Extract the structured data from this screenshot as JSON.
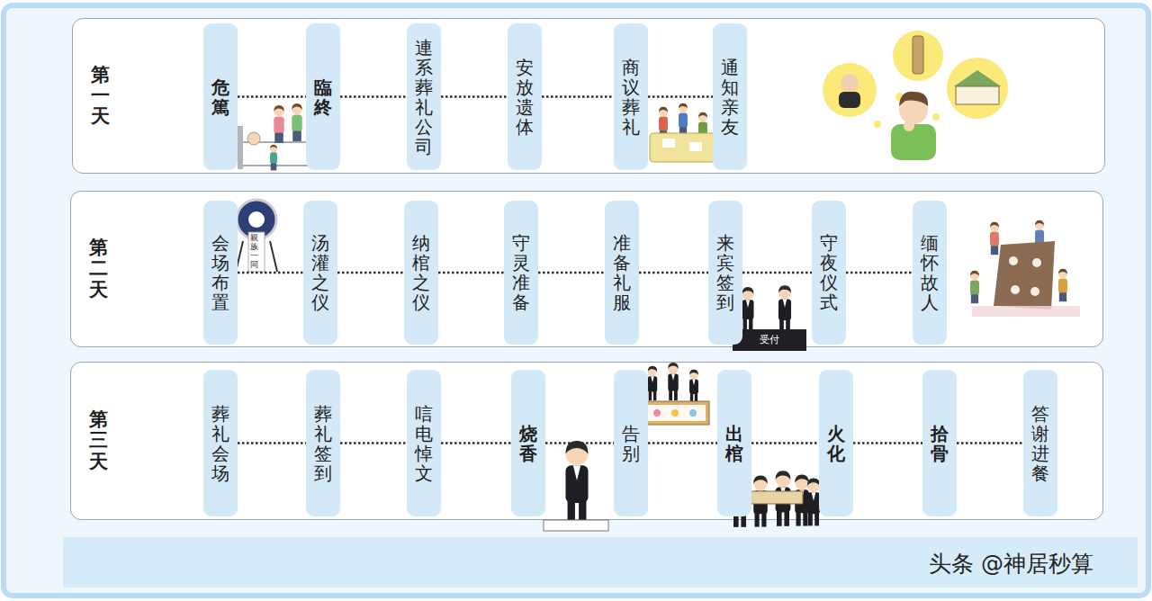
{
  "diagram": {
    "nodes": [
      {
        "text": [
          "第一天"
        ]
      },
      {
        "text": [
          "危篤"
        ],
        "in": 0
      },
      {
        "text": [
          "臨終"
        ],
        "in": 0
      },
      {
        "text": [
          "連系葬礼公司"
        ],
        "in": 0
      },
      {
        "text": [
          "安放遗体"
        ],
        "in": 0
      },
      {
        "text": [
          "商议葬礼"
        ],
        "in": 0
      },
      {
        "text": [
          "通知亲友"
        ],
        "in": 0
      },
      {
        "text": [
          "第二天"
        ]
      },
      {
        "text": [
          "会场布置"
        ],
        "in": 7
      },
      {
        "text": [
          "汤灌之仪"
        ],
        "in": 7
      },
      {
        "text": [
          "纳棺之仪"
        ],
        "in": 7
      },
      {
        "text": [
          "守灵准备"
        ],
        "in": 7
      },
      {
        "text": [
          "准备礼服"
        ],
        "in": 7
      },
      {
        "text": [
          "来宾签到"
        ],
        "in": 7
      },
      {
        "text": [
          "守夜仪式"
        ],
        "in": 7
      },
      {
        "text": [
          "缅怀故人"
        ],
        "in": 7
      },
      {
        "text": [
          "第三天"
        ]
      },
      {
        "text": [
          "葬礼会场"
        ],
        "in": 16
      },
      {
        "text": [
          "葬礼签到"
        ],
        "in": 16
      },
      {
        "text": [
          "唁电悼文"
        ],
        "in": 16
      },
      {
        "text": [
          "烧香"
        ],
        "in": 16
      },
      {
        "text": [
          "告别"
        ],
        "in": 16
      },
      {
        "text": [
          "出棺"
        ],
        "in": 16
      },
      {
        "text": [
          "火化"
        ],
        "in": 16
      },
      {
        "text": [
          "拾骨"
        ],
        "in": 16
      },
      {
        "text": [
          "答谢进餐"
        ],
        "in": 16
      }
    ],
    "edges": [
      {
        "from": 1,
        "to": 2,
        "arrow": "none"
      },
      {
        "from": 2,
        "to": 3,
        "arrow": "none"
      },
      {
        "from": 3,
        "to": 4,
        "arrow": "none"
      },
      {
        "from": 4,
        "to": 5,
        "arrow": "none"
      },
      {
        "from": 5,
        "to": 6,
        "arrow": "none"
      },
      {
        "from": 8,
        "to": 9,
        "arrow": "none"
      },
      {
        "from": 9,
        "to": 10,
        "arrow": "none"
      },
      {
        "from": 10,
        "to": 11,
        "arrow": "none"
      },
      {
        "from": 11,
        "to": 12,
        "arrow": "none"
      },
      {
        "from": 12,
        "to": 13,
        "arrow": "none"
      },
      {
        "from": 13,
        "to": 14,
        "arrow": "none"
      },
      {
        "from": 14,
        "to": 15,
        "arrow": "none"
      },
      {
        "from": 17,
        "to": 18,
        "arrow": "none"
      },
      {
        "from": 18,
        "to": 19,
        "arrow": "none"
      },
      {
        "from": 19,
        "to": 20,
        "arrow": "none"
      },
      {
        "from": 20,
        "to": 21,
        "arrow": "none"
      },
      {
        "from": 21,
        "to": 22,
        "arrow": "none"
      },
      {
        "from": 22,
        "to": 23,
        "arrow": "none"
      },
      {
        "from": 23,
        "to": 24,
        "arrow": "none"
      },
      {
        "from": 24,
        "to": 25,
        "arrow": "none"
      }
    ],
    "labels": [
      "親族一同",
      "受付",
      "头条 @神居秒算"
    ]
  }
}
